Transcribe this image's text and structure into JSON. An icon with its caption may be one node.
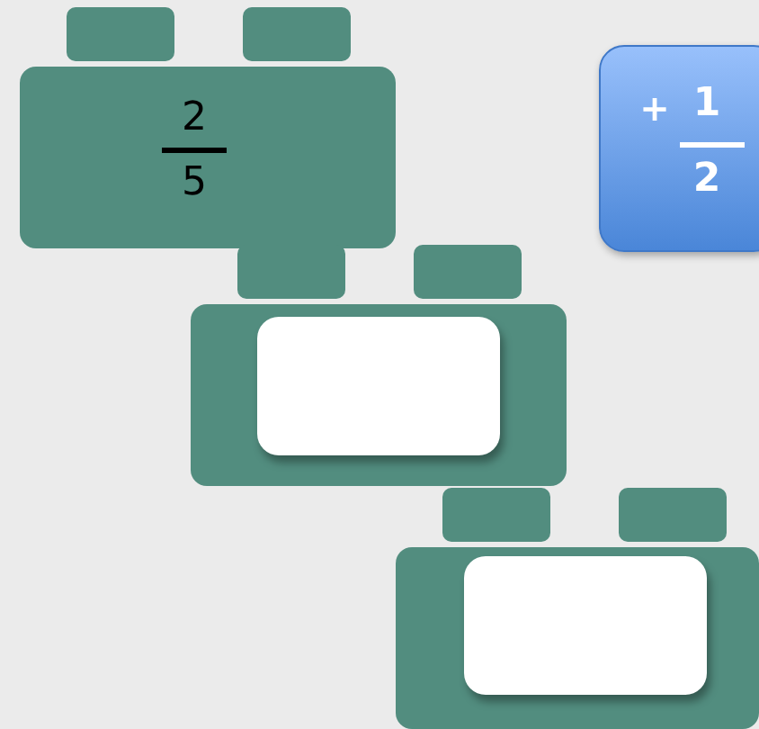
{
  "diagram": {
    "nodes": [
      {
        "text": [
          "2",
          "5"
        ]
      },
      {
        "text": [],
        "shape": "box"
      },
      {
        "text": [],
        "shape": "box",
        "in": 1
      },
      {
        "text": [],
        "shape": "box"
      },
      {
        "text": [],
        "shape": "box",
        "in": 3
      },
      {
        "text": [
          "+",
          "1",
          "2"
        ]
      }
    ]
  }
}
